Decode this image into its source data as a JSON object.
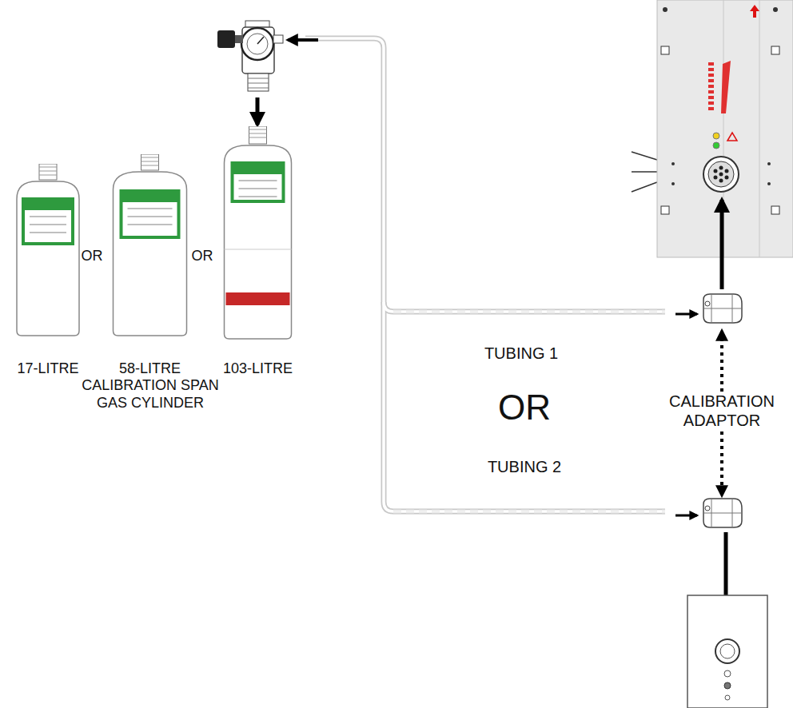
{
  "diagram": {
    "nodes": [
      {
        "text": [
          "17-LITRE"
        ]
      },
      {
        "text": [
          "58-LITRE"
        ]
      },
      {
        "text": [
          "103-LITRE"
        ]
      }
    ],
    "labels": [
      "OR",
      "OR",
      "CALIBRATION SPAN GAS CYLINDER",
      "TUBING 1",
      "OR",
      "TUBING 2",
      "CALIBRATION ADAPTOR"
    ]
  }
}
